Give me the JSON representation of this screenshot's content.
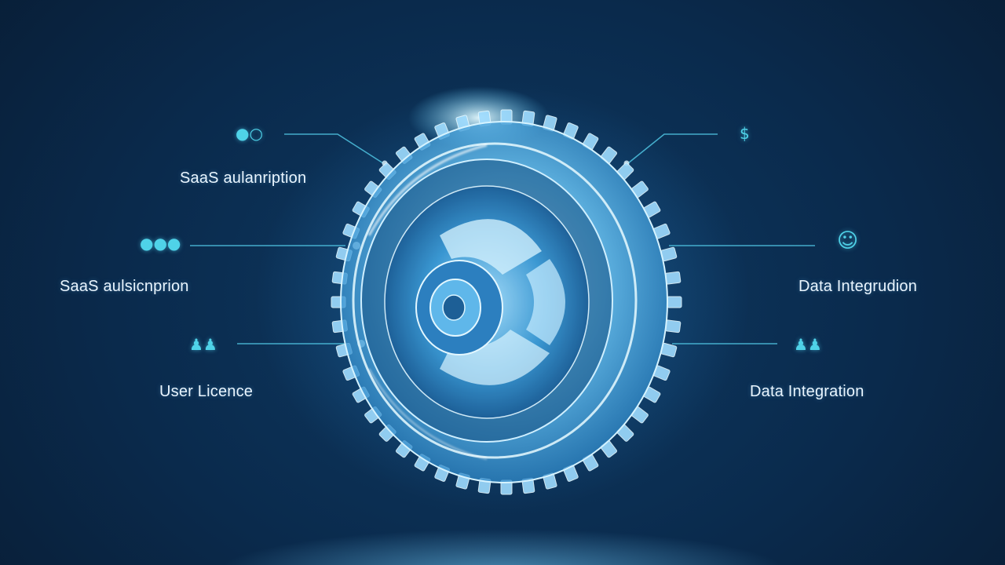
{
  "labels": {
    "top_left": "SaaS aulanription",
    "mid_left": "SaaS aulsicnprion",
    "bottom_left": "User Licence",
    "mid_right": "Data Integrudion",
    "bottom_right": "Data Integration"
  },
  "icons": {
    "top_left": "people-icon",
    "top_right": "dollar-icon",
    "mid_left": "team-icon",
    "mid_right": "user-icon",
    "bottom_left": "users-icon",
    "bottom_right": "users-icon"
  },
  "colors": {
    "background": "#0a2540",
    "accent": "#4fd2e8",
    "gear": "#8fd8ff",
    "text": "#eaf6ff"
  }
}
